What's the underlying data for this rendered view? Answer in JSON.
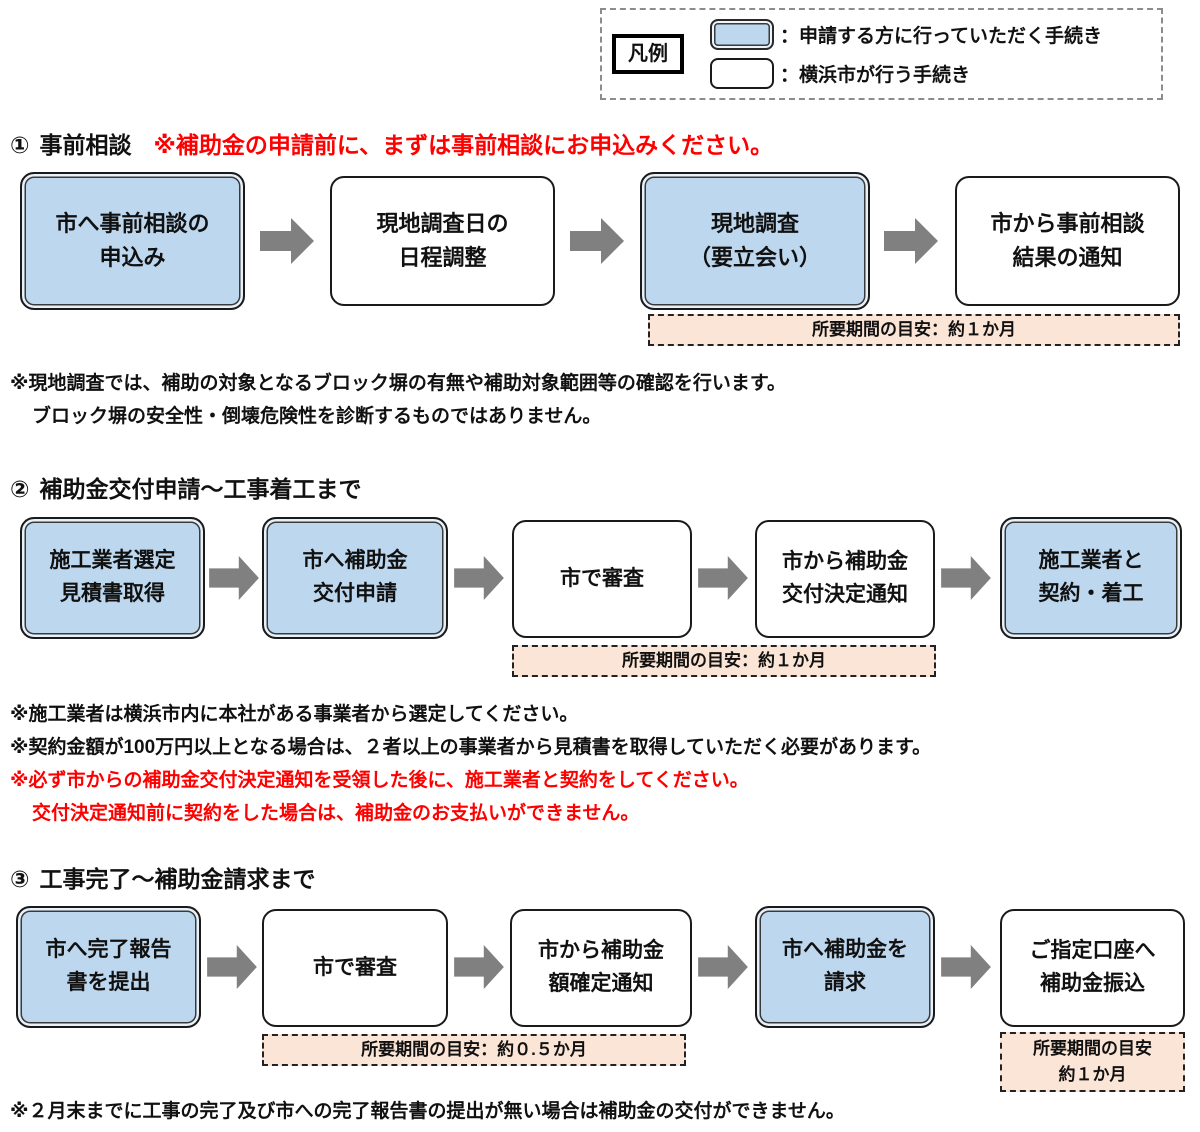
{
  "colors": {
    "applicant_fill": "#BDD7EE",
    "city_fill": "#FFFFFF",
    "band_fill": "#FBE5D6",
    "arrow": "#808080",
    "alert_red": "#FF0000"
  },
  "legend": {
    "title": "凡例",
    "items": [
      {
        "swatch": "applicant-box",
        "label": "：申請する方に行っていただく手続き"
      },
      {
        "swatch": "city-box",
        "label": "：横浜市が行う手続き"
      }
    ]
  },
  "sections": [
    {
      "number": "①",
      "title": "事前相談",
      "warning": "※補助金の申請前に、まずは事前相談にお申込みください。",
      "steps": [
        {
          "label": "市へ事前相談の\n申込み",
          "actor": "applicant"
        },
        {
          "label": "現地調査日の\n日程調整",
          "actor": "city"
        },
        {
          "label": "現地調査\n（要立会い）",
          "actor": "applicant"
        },
        {
          "label": "市から事前相談\n結果の通知",
          "actor": "city"
        }
      ],
      "duration_label": "所要期間の目安：約１か月",
      "notes": [
        "※現地調査では、補助の対象となるブロック塀の有無や補助対象範囲等の確認を行います。",
        "ブロック塀の安全性・倒壊危険性を診断するものではありません。"
      ]
    },
    {
      "number": "②",
      "title": "補助金交付申請～工事着工まで",
      "steps": [
        {
          "label": "施工業者選定\n見積書取得",
          "actor": "applicant"
        },
        {
          "label": "市へ補助金\n交付申請",
          "actor": "applicant"
        },
        {
          "label": "市で審査",
          "actor": "city"
        },
        {
          "label": "市から補助金\n交付決定通知",
          "actor": "city"
        },
        {
          "label": "施工業者と\n契約・着工",
          "actor": "applicant"
        }
      ],
      "duration_label": "所要期間の目安：約１か月",
      "notes": [
        "※施工業者は横浜市内に本社がある事業者から選定してください。",
        "※契約金額が100万円以上となる場合は、２者以上の事業者から見積書を取得していただく必要があります。"
      ],
      "alert_notes": [
        "※必ず市からの補助金交付決定通知を受領した後に、施工業者と契約をしてください。",
        "交付決定通知前に契約をした場合は、補助金のお支払いができません。"
      ]
    },
    {
      "number": "③",
      "title": "工事完了～補助金請求まで",
      "steps": [
        {
          "label": "市へ完了報告\n書を提出",
          "actor": "applicant"
        },
        {
          "label": "市で審査",
          "actor": "city"
        },
        {
          "label": "市から補助金\n額確定通知",
          "actor": "city"
        },
        {
          "label": "市へ補助金を\n請求",
          "actor": "applicant"
        },
        {
          "label": "ご指定口座へ\n補助金振込",
          "actor": "city"
        }
      ],
      "duration_label": "所要期間の目安：約０.５か月",
      "duration_label_right": "所要期間の目安\n約１か月",
      "notes": [
        "※２月末までに工事の完了及び市への完了報告書の提出が無い場合は補助金の交付ができません。"
      ]
    }
  ]
}
